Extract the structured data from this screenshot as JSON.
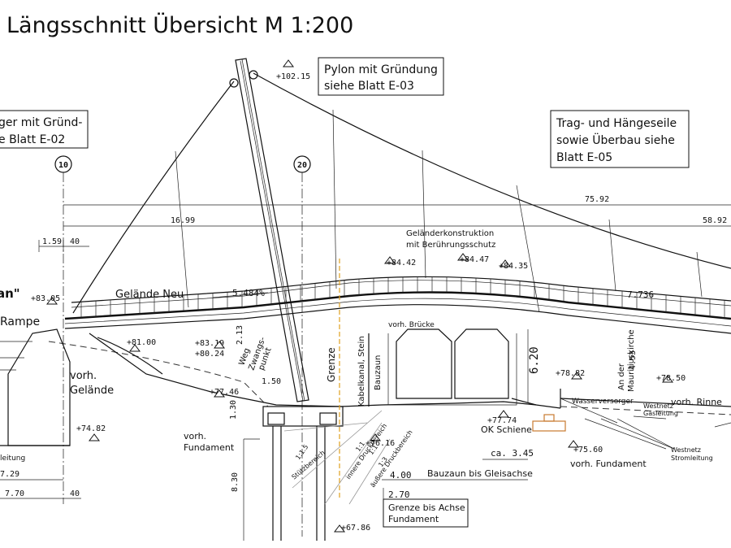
{
  "title": "Längsschnitt Übersicht  M 1:200",
  "notes": {
    "pylon": [
      "Pylon mit Gründung",
      "siehe Blatt E-03"
    ],
    "tragseile": [
      "Trag- und Hängeseile",
      "sowie Überbau siehe",
      "Blatt E-05"
    ],
    "widerlager": [
      "ger mit Gründ-",
      "e Blatt E-02"
    ],
    "grenze_achse": [
      "Grenze bis Achse",
      "Fundament"
    ]
  },
  "axes": [
    "10",
    "20"
  ],
  "elevations": {
    "pylon_top": "+102.15",
    "e1": "+83.05",
    "e2": "+81.00",
    "e3": "+83.19",
    "e3b": "+80.24",
    "e4": "+84.42",
    "e5": "+84.47",
    "e6": "+84.35",
    "e7": "+77.46",
    "e8": "+74.82",
    "e9": "+76.16",
    "e10": "+77.74",
    "e11": "+78.82",
    "e12": "+78.50",
    "e13": "+75.60",
    "e14": "+67.86"
  },
  "dims": {
    "d_75_92": "75.92",
    "d_58_92": "58.92",
    "d_16_99": "16.99",
    "d_1_59": "1.59",
    "d_40": "40",
    "d_40b": "40",
    "d_7_29": "7.29",
    "d_7_70": "7.70",
    "d_2_13": "2.13",
    "d_1_30": "1.30",
    "d_8_30": "8.30",
    "d_6_20": "6.20",
    "d_4_53": "4.53",
    "d_3_45": "ca. 3.45",
    "d_4_00": "4.00",
    "d_2_70": "2.70",
    "d_7_736": "7.736",
    "slope": "5.484%",
    "d_1_50": "1.50"
  },
  "labels": {
    "gelaende_neu": "Gelände Neu",
    "rampe": "Rampe",
    "an": "an\"",
    "vorh": "vorh.",
    "gelaende": "Gelände",
    "vorh_fundament": [
      "vorh.",
      "Fundament"
    ],
    "gelaender": [
      "Geländerkonstruktion",
      "mit Berührungsschutz"
    ],
    "vorh_bruecke": "vorh. Brücke",
    "weg": [
      "Weg",
      "Zwangs-",
      "punkt"
    ],
    "grenze": "Grenze",
    "kabelkanal": "Kabelkanal, Stein",
    "bauzaun": "Bauzaun",
    "bauzaun_gleis": "Bauzaun bis Gleisachse",
    "ok_schiene": "OK Schiene",
    "kirche": [
      "An der",
      "Mauritiuskirche"
    ],
    "wasser": "Wasserversorger",
    "westnetz_gas": [
      "Westnetz",
      "Gasleitung"
    ],
    "westnetz_strom": [
      "Westnetz",
      "Stromleitung"
    ],
    "vorh_rinne": "vorh. Rinne",
    "vorh_fundament2": "vorh. Fundament",
    "leitung": "leitung",
    "stuetzbereich": "Stützbereich",
    "druckbereich_inner": "innere Druckbereich",
    "druckbereich_outer": "äußere Druckbereich",
    "ratio_11": "1:1",
    "ratio_11b": "1:1",
    "ratio_115": "1:1.5",
    "ratio_13": "1:3"
  }
}
